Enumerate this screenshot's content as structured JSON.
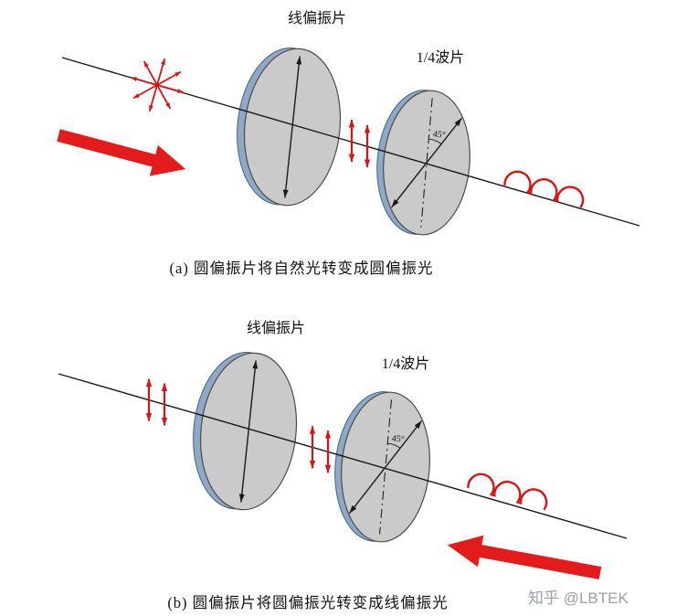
{
  "diagram_a": {
    "polarizer_label": "线偏振片",
    "waveplate_label": "1/4波片",
    "angle_label": "45°",
    "caption": "(a) 圆偏振片将自然光转变成圆偏振光"
  },
  "diagram_b": {
    "polarizer_label": "线偏振片",
    "waveplate_label": "1/4波片",
    "angle_label": "45°",
    "caption": "(b) 圆偏振片将圆偏振光转变成线偏振光"
  },
  "watermark": "知乎 @LBTEK",
  "colors": {
    "arrow_red": "#d91414",
    "block_arrow_red": "#e31b1b",
    "disk_fill": "#cacaca",
    "disk_rim": "#8fa8c6",
    "disk_edge": "#4a4a4a",
    "axis_black": "#1a1a1a",
    "watermark_gray": "#9aa0a6"
  }
}
